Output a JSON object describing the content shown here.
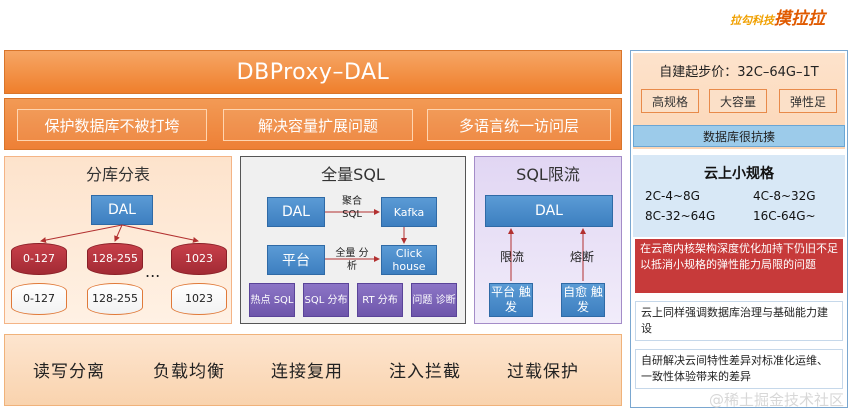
{
  "logo": {
    "small": "拉勾科技",
    "big": "摸拉拉"
  },
  "header": {
    "title": "DBProxy–DAL"
  },
  "features": [
    "保护数据库不被打垮",
    "解决容量扩展问题",
    "多语言统一访问层"
  ],
  "sharding": {
    "title": "分库分表",
    "dal": "DAL",
    "shards": [
      {
        "top": "0-127",
        "bottom": "0-127"
      },
      {
        "top": "128-255",
        "bottom": "128-255"
      },
      {
        "top": "1023",
        "bottom": "1023"
      }
    ],
    "ellipsis": "..."
  },
  "full_sql": {
    "title": "全量SQL",
    "dal": "DAL",
    "kafka": "Kafka",
    "platform": "平台",
    "clickhouse": "Click house",
    "agg_label": "聚合 SQL",
    "analysis_label": "全量 分析",
    "metrics": [
      "热点 SQL",
      "SQL 分布",
      "RT 分布",
      "问题 诊断"
    ]
  },
  "rate_limit": {
    "title": "SQL限流",
    "dal": "DAL",
    "limit_label": "限流",
    "fuse_label": "熔断",
    "platform_trigger": "平台 触发",
    "self_heal_trigger": "自愈 触发"
  },
  "bottom": [
    "读写分离",
    "负载均衡",
    "连接复用",
    "注入拦截",
    "过载保护"
  ],
  "right": {
    "start_price": "自建起步价：32C–64G–1T",
    "tags": [
      "高规格",
      "大容量",
      "弹性足"
    ],
    "resilient": "数据库很抗揍",
    "cloud_title": "云上小规格",
    "specs": [
      "2C-4~8G",
      "4C-8~32G",
      "8C-32~64G",
      "16C-64G~"
    ],
    "red_note": "在云商内核架构深度优化加持下仍旧不足以抵消小规格的弹性能力局限的问题",
    "note1": "云上同样强调数据库治理与基础能力建设",
    "note2": "自研解决云间特性差异对标准化运维、一致性体验带来的差异"
  },
  "watermark": "@稀土掘金技术社区"
}
